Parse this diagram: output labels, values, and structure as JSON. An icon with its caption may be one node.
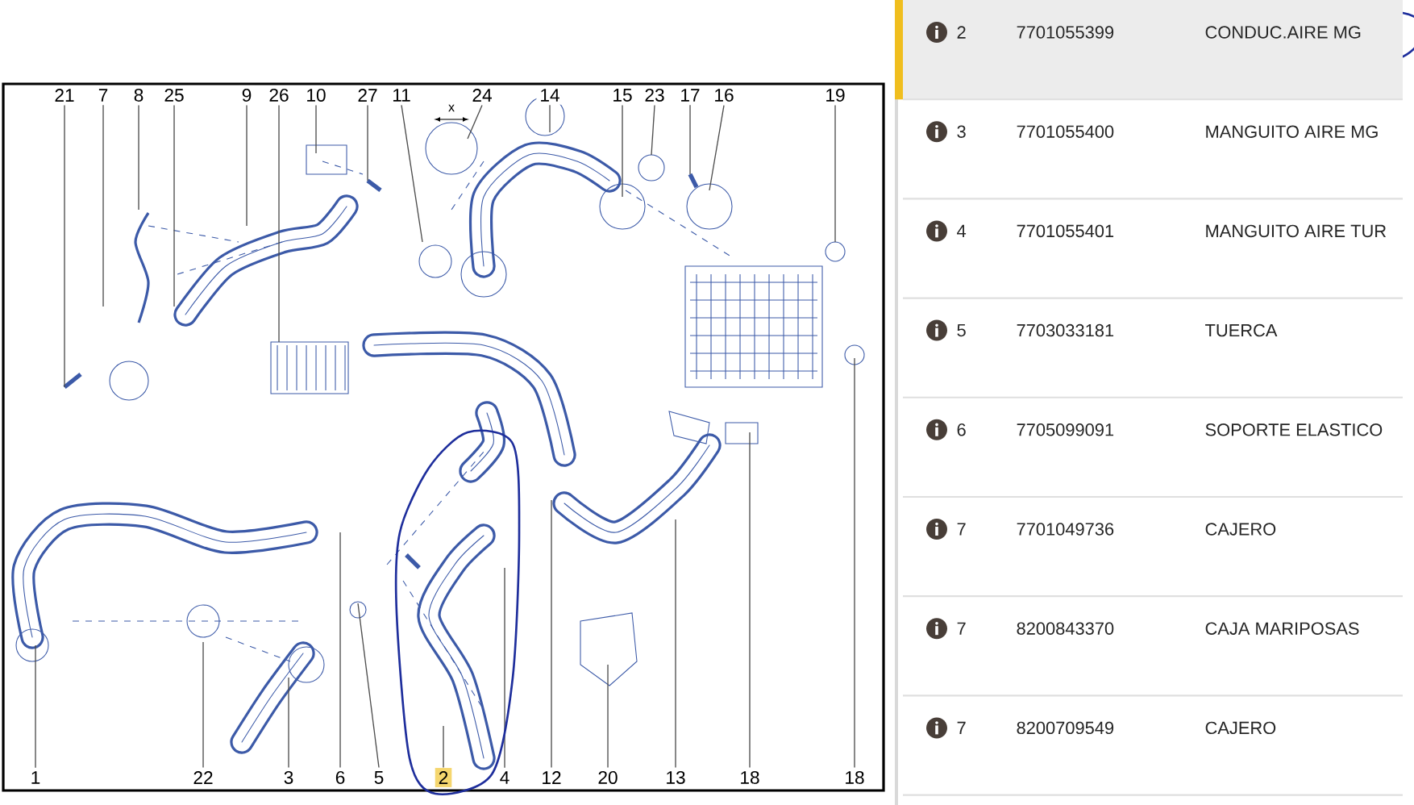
{
  "diagram": {
    "nodes": [
      {
        "text": [
          "21"
        ]
      },
      {
        "text": [
          "7"
        ]
      },
      {
        "text": [
          "8"
        ]
      },
      {
        "text": [
          "25"
        ]
      },
      {
        "text": [
          "9"
        ]
      },
      {
        "text": [
          "26"
        ]
      },
      {
        "text": [
          "10"
        ]
      },
      {
        "text": [
          "27"
        ]
      },
      {
        "text": [
          "11"
        ]
      },
      {
        "text": [
          "24"
        ]
      },
      {
        "text": [
          "14"
        ]
      },
      {
        "text": [
          "15"
        ]
      },
      {
        "text": [
          "23"
        ]
      },
      {
        "text": [
          "17"
        ]
      },
      {
        "text": [
          "16"
        ]
      },
      {
        "text": [
          "19"
        ]
      },
      {
        "text": [
          "1"
        ]
      },
      {
        "text": [
          "22"
        ]
      },
      {
        "text": [
          "3"
        ]
      },
      {
        "text": [
          "6"
        ]
      },
      {
        "text": [
          "5"
        ]
      },
      {
        "text": [
          "2"
        ]
      },
      {
        "text": [
          "4"
        ]
      },
      {
        "text": [
          "12"
        ]
      },
      {
        "text": [
          "20"
        ]
      },
      {
        "text": [
          "13"
        ]
      },
      {
        "text": [
          "18"
        ]
      },
      {
        "text": [
          "18"
        ]
      }
    ],
    "edges": [
      {
        "from": 0,
        "to": null,
        "arrow": "none"
      },
      {
        "from": 1,
        "to": null,
        "arrow": "none"
      },
      {
        "from": 2,
        "to": null,
        "arrow": "none"
      },
      {
        "from": 3,
        "to": null,
        "arrow": "none"
      },
      {
        "from": 4,
        "to": null,
        "arrow": "none"
      },
      {
        "from": 5,
        "to": null,
        "arrow": "none"
      },
      {
        "from": 6,
        "to": null,
        "arrow": "none"
      },
      {
        "from": 7,
        "to": null,
        "arrow": "none"
      },
      {
        "from": 8,
        "to": null,
        "arrow": "none"
      },
      {
        "from": 9,
        "to": null,
        "arrow": "none"
      },
      {
        "from": 10,
        "to": null,
        "arrow": "none"
      },
      {
        "from": 11,
        "to": null,
        "arrow": "none"
      },
      {
        "from": 12,
        "to": null,
        "arrow": "none"
      },
      {
        "from": 13,
        "to": null,
        "arrow": "none"
      },
      {
        "from": 14,
        "to": null,
        "arrow": "none"
      },
      {
        "from": 15,
        "to": null,
        "arrow": "none"
      },
      {
        "from": 16,
        "to": null,
        "arrow": "none"
      },
      {
        "from": 17,
        "to": null,
        "arrow": "none"
      },
      {
        "from": 18,
        "to": null,
        "arrow": "none"
      },
      {
        "from": 19,
        "to": null,
        "arrow": "none"
      },
      {
        "from": 20,
        "to": null,
        "arrow": "none"
      },
      {
        "from": 21,
        "to": null,
        "arrow": "none"
      },
      {
        "from": 22,
        "to": null,
        "arrow": "none"
      },
      {
        "from": 23,
        "to": null,
        "arrow": "none"
      },
      {
        "from": 24,
        "to": null,
        "arrow": "none"
      },
      {
        "from": 25,
        "to": null,
        "arrow": "none"
      },
      {
        "from": 26,
        "to": null,
        "arrow": "none"
      },
      {
        "from": 27,
        "to": null,
        "arrow": "none"
      }
    ],
    "labels": [
      "x",
      "2",
      "7701055399",
      "CONDUC.AIRE MG",
      "3",
      "7701055400",
      "MANGUITO AIRE MG",
      "4",
      "7701055401",
      "MANGUITO AIRE TUR",
      "5",
      "7703033181",
      "TUERCA",
      "6",
      "7705099091",
      "SOPORTE ELASTICO",
      "7",
      "7701049736",
      "CAJERO",
      "7",
      "8200843370",
      "CAJA MARIPOSAS",
      "7",
      "8200709549",
      "CAJERO"
    ]
  }
}
